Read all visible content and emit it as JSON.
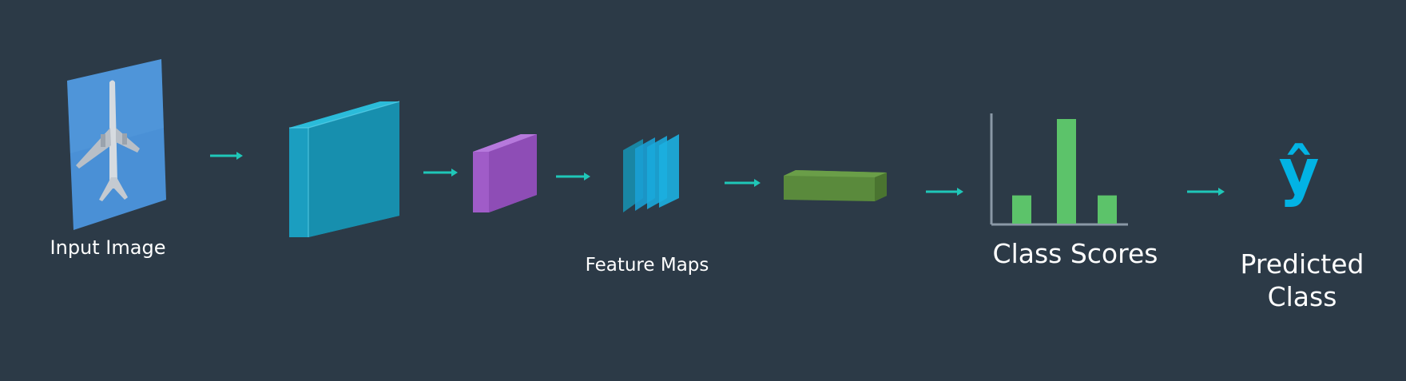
{
  "labels": {
    "input_image": "Input Image",
    "feature_maps": "Feature Maps",
    "class_scores": "Class Scores",
    "predicted_class_line1": "Predicted",
    "predicted_class_line2": "Class",
    "y_hat": "ŷ"
  },
  "class_scores_bars": [
    0.27,
    1.0,
    0.27
  ],
  "colors": {
    "background": "#2c3a47",
    "arrow": "#1fc7b8",
    "conv_block": "#1aa3c4",
    "pool_block": "#a05cc8",
    "feature_maps": "#19a0d4",
    "fc_block": "#5a8a3c",
    "bars": "#5cc36a",
    "y_hat": "#02b3e4",
    "sky": "#4a90d6"
  }
}
